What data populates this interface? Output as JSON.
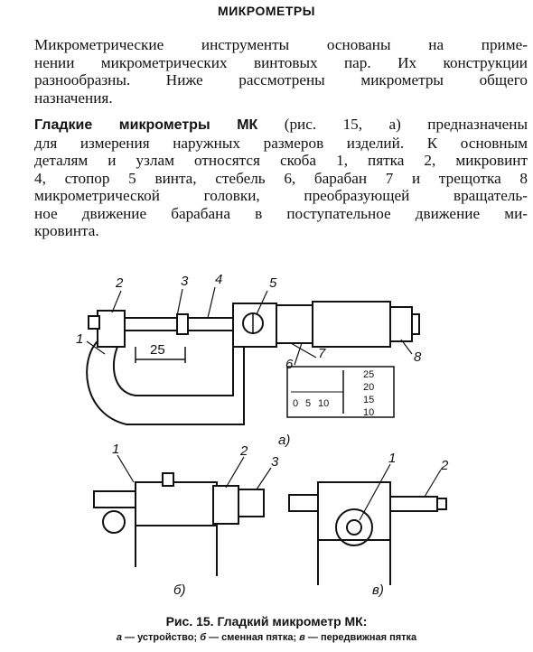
{
  "heading": "МИКРОМЕТРЫ",
  "para1": {
    "lines": [
      "Микрометрические инструменты основаны на приме-",
      "нении микрометрических винтовых пар. Их конструкции",
      "разнообразны. Ниже рассмотрены микрометры общего",
      "назначения."
    ]
  },
  "para2": {
    "lead_bold": "Гладкие микрометры МК",
    "line1_rest": " (рис. 15, а) предназначены",
    "lines": [
      "для измерения наружных размеров изделий. К основным",
      "деталям и узлам относятся скоба 1, пятка 2, микровинт",
      "4, стопор  5 винта, стебель 6,  барабан 7 и трещотка 8",
      "микрометрической головки, преобразующей вращатель-",
      "ное движение барабана в поступательное движение ми-",
      "кровинта."
    ]
  },
  "figure": {
    "a_labels": [
      "1",
      "2",
      "3",
      "4",
      "5",
      "6",
      "7",
      "8"
    ],
    "dimension": "25",
    "scale_stem": [
      "0",
      "5",
      "10"
    ],
    "scale_drum": [
      "25",
      "20",
      "15",
      "10"
    ],
    "label_a": "а)",
    "b_labels": [
      "1",
      "2",
      "3"
    ],
    "label_b": "б)",
    "v_labels": [
      "1",
      "2"
    ],
    "label_v": "в)"
  },
  "caption": {
    "title": "Рис. 15. Гладкий микрометр МК:",
    "a_key": "а",
    "a_text": " — устройство; ",
    "b_key": "б",
    "b_text": " — сменная пятка; ",
    "v_key": "в",
    "v_text": " — передвижная пятка"
  }
}
